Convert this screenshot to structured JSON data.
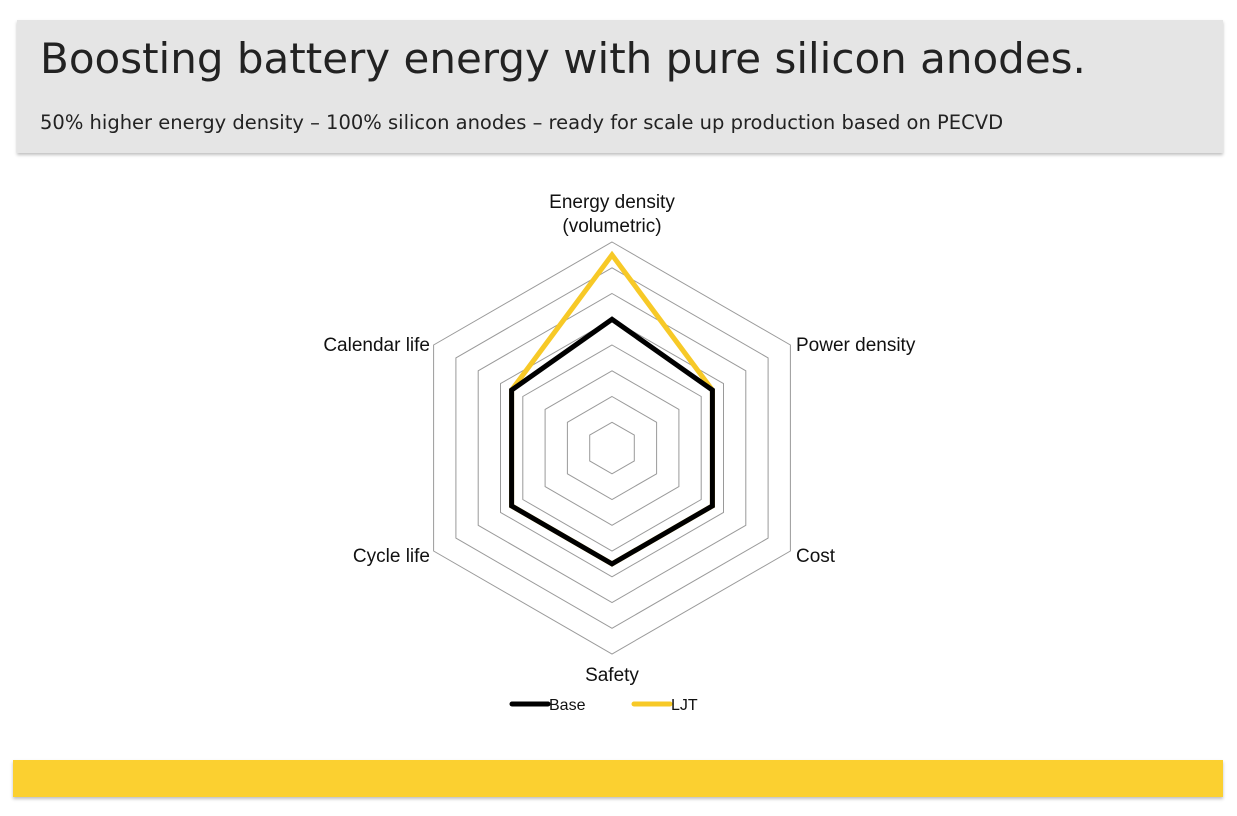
{
  "header": {
    "title": "Boosting battery energy with pure silicon anodes.",
    "subtitle": "50% higher energy density – 100% silicon anodes – ready for scale up production based on PECVD"
  },
  "colors": {
    "header_bg": "#e5e5e5",
    "footer_bar": "#fbd030",
    "grid": "#9a9a9a",
    "base_series": "#000000",
    "ljt_series": "#f7c927"
  },
  "chart_data": {
    "type": "radar",
    "axes": [
      [
        "Energy density",
        "(volumetric)"
      ],
      [
        "Power density"
      ],
      [
        "Cost"
      ],
      [
        "Safety"
      ],
      [
        "Cycle life"
      ],
      [
        "Calendar life"
      ]
    ],
    "rmax": 8,
    "rings": 8,
    "grid": true,
    "legend_position": "bottom",
    "series": [
      {
        "name": "Base",
        "values": [
          5,
          4.5,
          4.5,
          4.5,
          4.5,
          4.5
        ],
        "color": "#000000"
      },
      {
        "name": "LJT",
        "values": [
          7.5,
          4.5,
          4.5,
          4.5,
          4.5,
          4.5
        ],
        "color": "#f7c927"
      }
    ]
  }
}
